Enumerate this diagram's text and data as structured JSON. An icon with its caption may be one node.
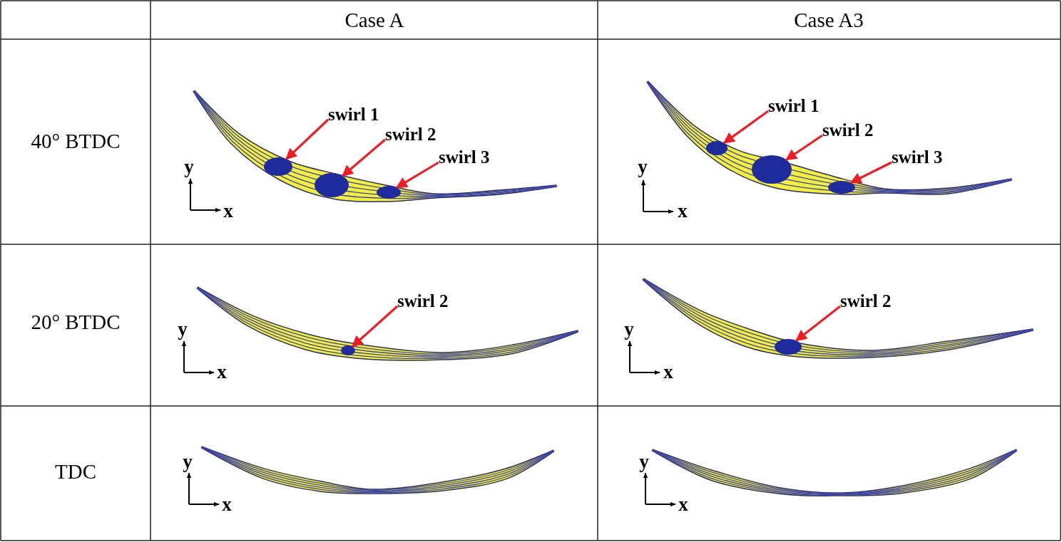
{
  "diagram": {
    "nodes": [
      {
        "text": [
          "swirl 1"
        ]
      },
      {
        "text": [
          "swirl 2"
        ]
      },
      {
        "text": [
          "swirl 3"
        ]
      },
      {
        "text": [],
        "shape": "circle"
      },
      {
        "text": [],
        "shape": "circle"
      },
      {
        "text": [],
        "shape": "circle"
      },
      {
        "text": [
          "swirl 1"
        ]
      },
      {
        "text": [
          "swirl 2"
        ]
      },
      {
        "text": [
          "swirl 3"
        ]
      },
      {
        "text": [],
        "shape": "circle"
      },
      {
        "text": [],
        "shape": "circle"
      },
      {
        "text": [],
        "shape": "circle"
      },
      {
        "text": [
          "swirl 2"
        ]
      },
      {
        "text": [],
        "shape": "circle"
      },
      {
        "text": [
          "swirl 2"
        ]
      },
      {
        "text": [],
        "shape": "circle"
      }
    ],
    "edges": [
      {
        "from": 0,
        "to": 3,
        "arrow": "to"
      },
      {
        "from": 1,
        "to": 4,
        "arrow": "to"
      },
      {
        "from": 2,
        "to": 5,
        "arrow": "to"
      },
      {
        "from": 6,
        "to": 9,
        "arrow": "to"
      },
      {
        "from": 7,
        "to": 10,
        "arrow": "to"
      },
      {
        "from": 8,
        "to": 11,
        "arrow": "to"
      },
      {
        "from": 12,
        "to": 13,
        "arrow": "to"
      },
      {
        "from": 14,
        "to": 15,
        "arrow": "to"
      }
    ],
    "labels": [
      "Case A",
      "Case A3",
      "40° BTDC",
      "y",
      "x",
      "y",
      "x",
      "20° BTDC",
      "y",
      "x",
      "y",
      "x",
      "TDC",
      "y",
      "x",
      "y",
      "x"
    ]
  }
}
